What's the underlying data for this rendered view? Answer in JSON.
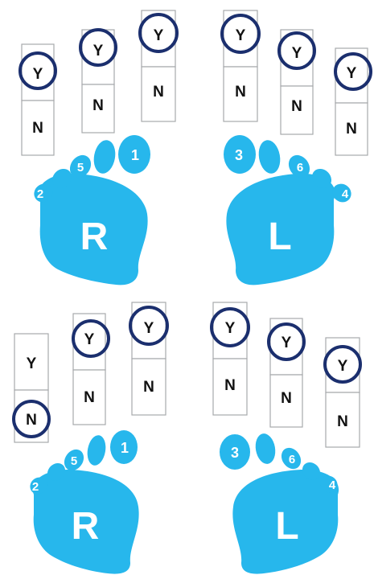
{
  "colors": {
    "foot": "#27b7ec",
    "ring": "#1b2f6e",
    "box_border": "#a7a9ac"
  },
  "panels": [
    {
      "feet": {
        "right": {
          "label": "R",
          "toes": [
            "1",
            "5",
            "2"
          ]
        },
        "left": {
          "label": "L",
          "toes": [
            "3",
            "6",
            "4"
          ]
        }
      },
      "columns": [
        {
          "yes": "Y",
          "no": "N",
          "circled": "yes"
        },
        {
          "yes": "Y",
          "no": "N",
          "circled": "yes"
        },
        {
          "yes": "Y",
          "no": "N",
          "circled": "yes"
        },
        {
          "yes": "Y",
          "no": "N",
          "circled": "yes"
        },
        {
          "yes": "Y",
          "no": "N",
          "circled": "yes"
        },
        {
          "yes": "Y",
          "no": "N",
          "circled": "yes"
        }
      ]
    },
    {
      "feet": {
        "right": {
          "label": "R",
          "toes": [
            "1",
            "5",
            "2"
          ]
        },
        "left": {
          "label": "L",
          "toes": [
            "3",
            "6",
            "4"
          ]
        }
      },
      "columns": [
        {
          "yes": "Y",
          "no": "N",
          "circled": "no"
        },
        {
          "yes": "Y",
          "no": "N",
          "circled": "yes"
        },
        {
          "yes": "Y",
          "no": "N",
          "circled": "yes"
        },
        {
          "yes": "Y",
          "no": "N",
          "circled": "yes"
        },
        {
          "yes": "Y",
          "no": "N",
          "circled": "yes"
        },
        {
          "yes": "Y",
          "no": "N",
          "circled": "yes"
        }
      ]
    }
  ]
}
